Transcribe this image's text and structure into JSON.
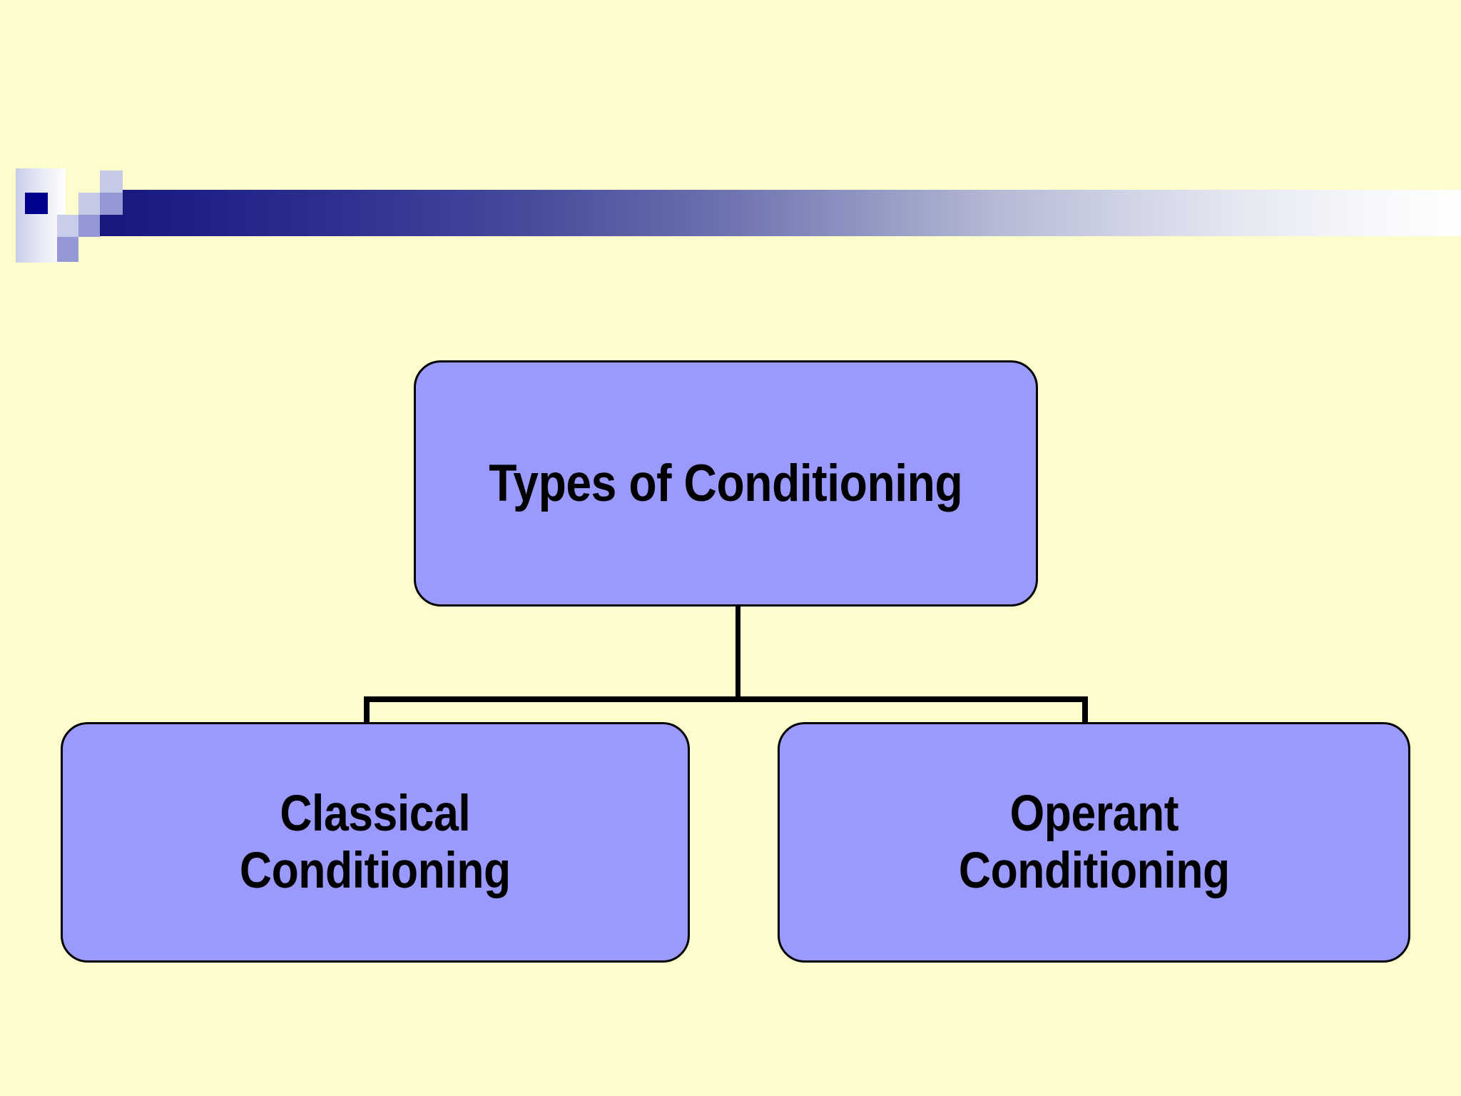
{
  "slide": {
    "background_color": "#fdfccc",
    "accent_color": "#9a9afd",
    "line_color": "#000000",
    "ornament_navy": "#00008f"
  },
  "ornament": {
    "name": "decorative-header-band",
    "bar_gradient_from": "#17177e",
    "bar_gradient_to": "#ffffff"
  },
  "diagram": {
    "type": "hierarchy",
    "root": {
      "label": "Types of Conditioning"
    },
    "children": [
      {
        "label": "Classical\nConditioning"
      },
      {
        "label": "Operant\nConditioning"
      }
    ]
  }
}
